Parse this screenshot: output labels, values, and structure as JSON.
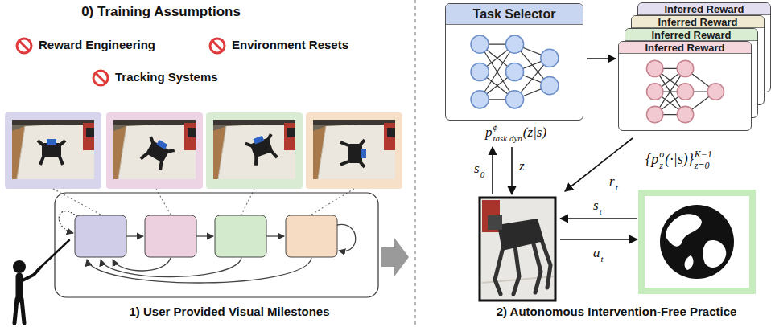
{
  "diagram": {
    "nodes": [
      {
        "text": [
          "Task Selector"
        ]
      },
      {
        "text": [
          "Inferred Reward"
        ]
      },
      {
        "text": [
          "Inferred Reward"
        ]
      },
      {
        "text": [
          "Inferred Reward"
        ]
      },
      {
        "text": [
          "Inferred Reward"
        ]
      }
    ],
    "edges": [
      {
        "from": 0,
        "to": 4,
        "arrow": "to"
      }
    ],
    "labels": [
      "0) Training Assumptions",
      "Reward Engineering",
      "Environment Resets",
      "Tracking Systems",
      "1) User Provided Visual Milestones",
      "2) Autonomous Intervention-Free Practice",
      "p",
      "ϕ",
      "task dyn",
      "(z|s)",
      "{p",
      "o",
      "z",
      "(·|s)}",
      "K−1",
      "z=0",
      "s",
      "0",
      "z",
      "r",
      "t",
      "s",
      "t",
      "a",
      "t"
    ]
  }
}
